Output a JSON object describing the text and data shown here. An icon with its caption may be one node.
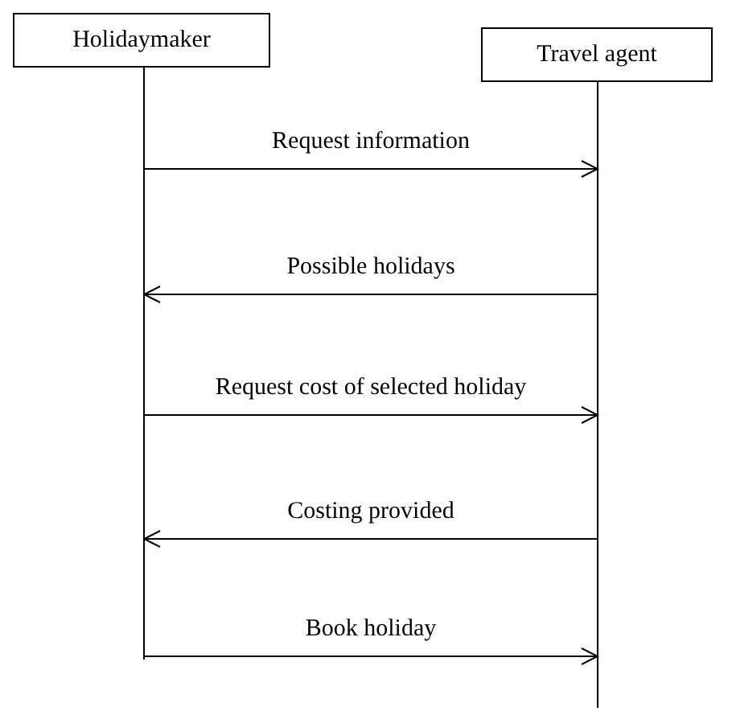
{
  "diagram": {
    "nodes": [
      {
        "text": [
          "Holidaymaker"
        ]
      },
      {
        "text": [
          "Travel agent"
        ]
      }
    ],
    "edges": [
      {
        "from": 0,
        "to": 1,
        "arrow": "to",
        "label": "Request information"
      },
      {
        "from": 1,
        "to": 0,
        "arrow": "to",
        "label": "Possible holidays"
      },
      {
        "from": 0,
        "to": 1,
        "arrow": "to",
        "label": "Request cost of selected holiday"
      },
      {
        "from": 1,
        "to": 0,
        "arrow": "to",
        "label": "Costing provided"
      },
      {
        "from": 0,
        "to": 1,
        "arrow": "to",
        "label": "Book holiday"
      }
    ]
  }
}
